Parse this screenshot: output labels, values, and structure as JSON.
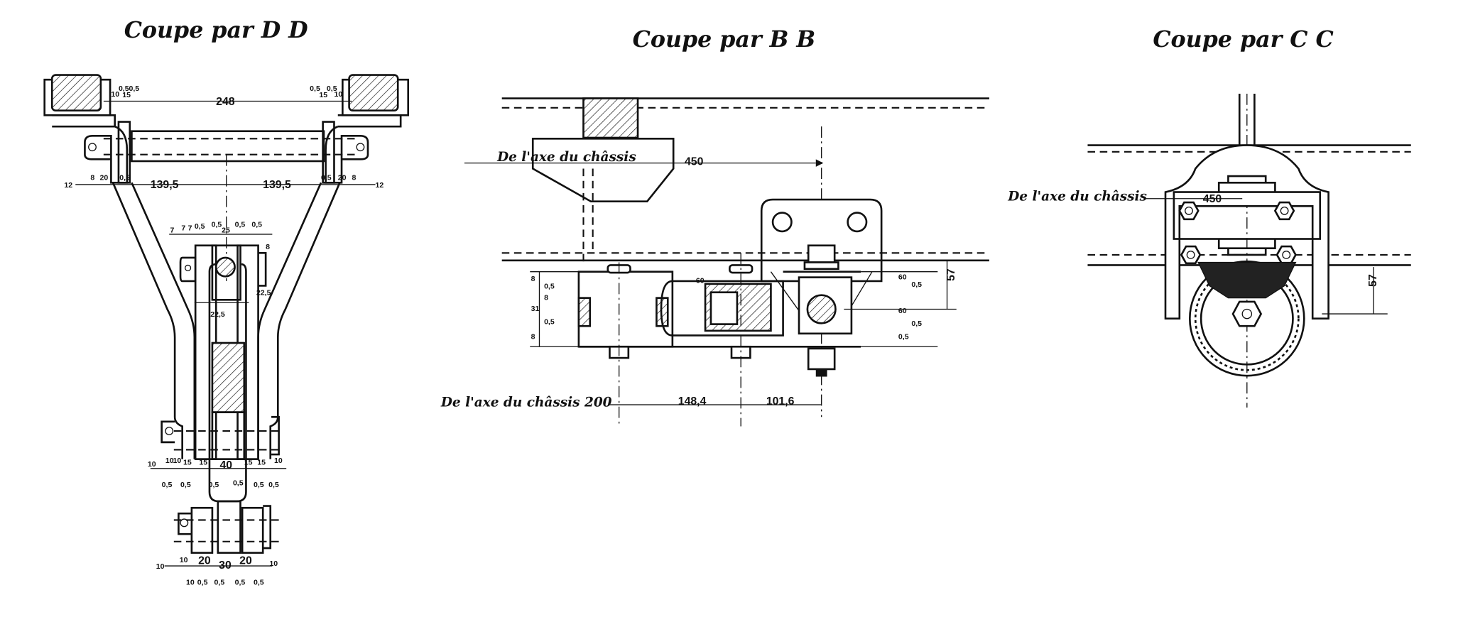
{
  "sections": {
    "dd": {
      "title": "Coupe par D D",
      "dims": {
        "top_span": "248",
        "top_small": [
          "10",
          "0,5",
          "15",
          "0,5",
          "0,5",
          "15",
          "0,5",
          "10"
        ],
        "mid_left": "139,5",
        "mid_right": "139,5",
        "mid_small_left": [
          "12",
          "8",
          "20",
          "0,5"
        ],
        "mid_small_right": [
          "0,5",
          "20",
          "8",
          "12"
        ],
        "upper_row": [
          "7",
          "7",
          "7",
          "0,5",
          "0,5",
          "25",
          "0,5",
          "0,5",
          "8"
        ],
        "inner_left": "22,5",
        "inner_right": "22,5",
        "lower_row": [
          "10",
          "10",
          "10",
          "15",
          "15",
          "40",
          "15",
          "15",
          "10"
        ],
        "lower_sub": [
          "0,5",
          "0,5",
          "0,5",
          "0,5",
          "0,5",
          "0,5"
        ],
        "bottom_row": [
          "10",
          "10",
          "20",
          "30",
          "20",
          "10"
        ],
        "bottom_sub": [
          "10",
          "0,5",
          "0,5",
          "0,5",
          "0,5"
        ]
      }
    },
    "bb": {
      "title": "Coupe par B B",
      "axis_label_top": "De l'axe du châssis",
      "axis_value_top": "450",
      "axis_label_bottom": "De l'axe du châssis 200",
      "dim_a": "148,4",
      "dim_b": "101,6",
      "height": "57",
      "side_dims": [
        "60",
        "0,5",
        "0,5",
        "60",
        "0,5"
      ],
      "left_dims": [
        "8",
        "0,5",
        "8",
        "31",
        "0,5",
        "8"
      ]
    },
    "cc": {
      "title": "Coupe par C C",
      "axis_label": "De l'axe du châssis",
      "axis_value": "450",
      "height": "57"
    }
  }
}
